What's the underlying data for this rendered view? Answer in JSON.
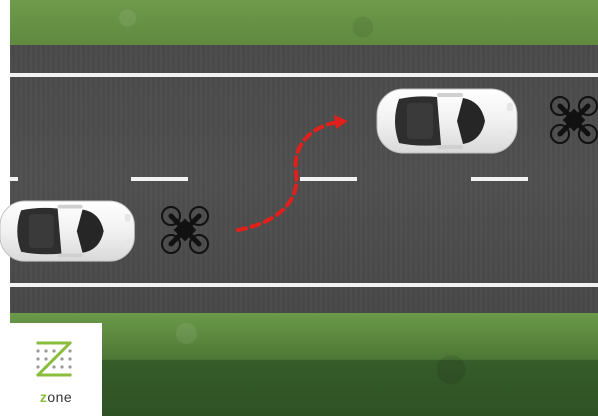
{
  "scene": {
    "logo": {
      "accent": "z",
      "rest": "one"
    },
    "colors": {
      "grass": "#6a9648",
      "asphalt": "#4d4d4d",
      "lane_marking": "#f2f2f2",
      "path_arrow": "#e0201a",
      "car_body": "#f4f4f4",
      "car_glass": "#2a2a2a",
      "drone": "#111111",
      "logo_accent": "#8bbd3c"
    },
    "icons": [
      "car",
      "drone",
      "dashed-arrow",
      "z-dot-logo"
    ]
  }
}
